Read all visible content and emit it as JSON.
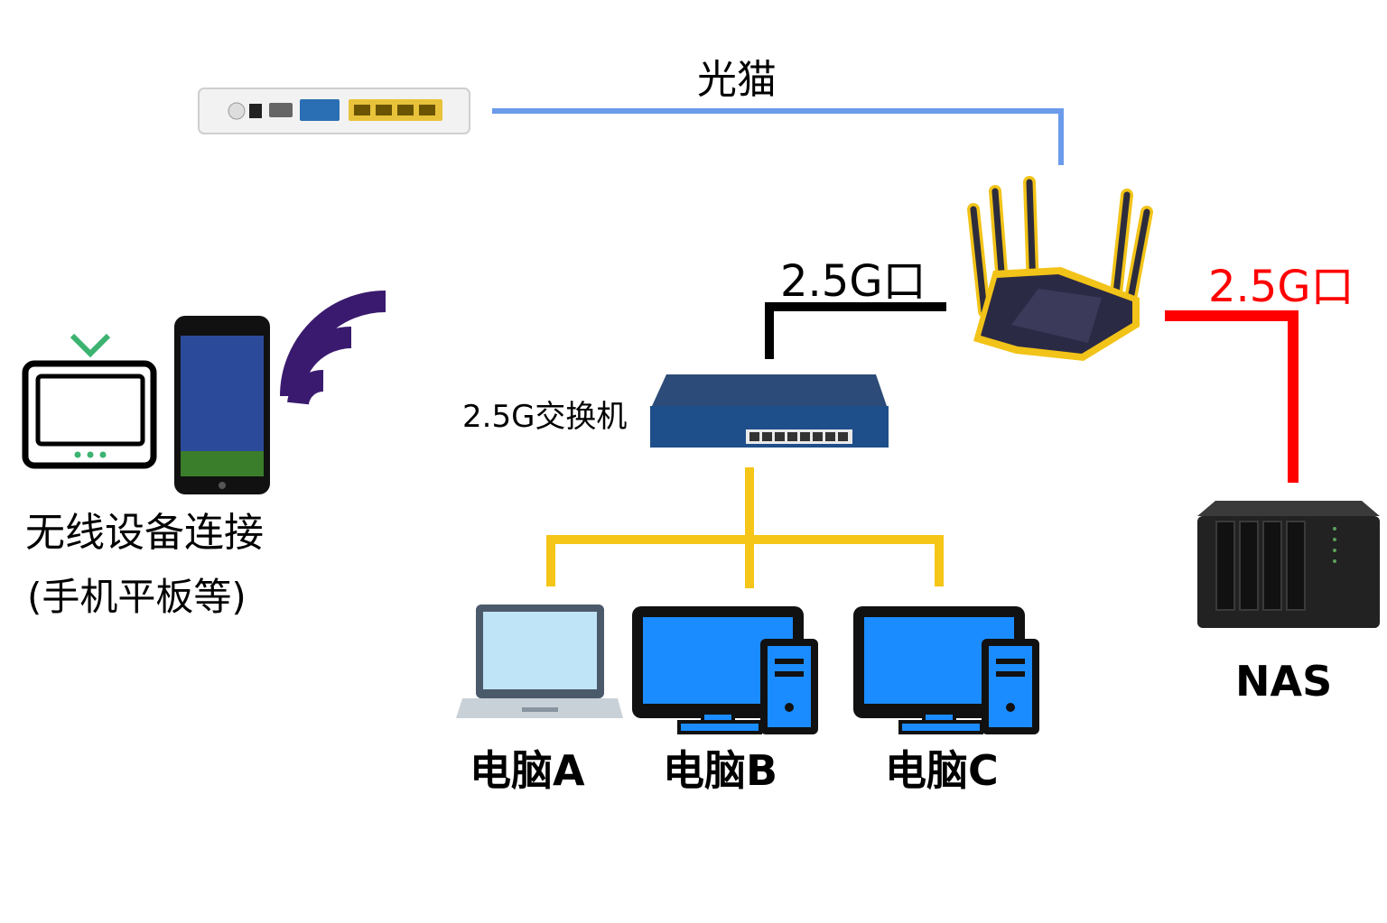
{
  "labels": {
    "modem": "光猫",
    "router_switch_port": "2.5G口",
    "router_nas_port": "2.5G口",
    "switch": "2.5G交换机",
    "wireless_line1": "无线设备连接",
    "wireless_line2": "(手机平板等)",
    "pc_a": "电脑A",
    "pc_b": "电脑B",
    "pc_c": "电脑C",
    "nas": "NAS"
  },
  "colors": {
    "modem_link": "#6b9bea",
    "switch_link": "#000000",
    "nas_link": "#ff0000",
    "pc_links": "#f5c518",
    "wifi_waves": "#3a1a6e",
    "nas_label_color": "#ff0000",
    "monitor_blue": "#1a8cff"
  },
  "icons": [
    "modem-icon",
    "router-icon",
    "switch-icon",
    "nas-icon",
    "tv-icon",
    "phone-icon",
    "wifi-icon",
    "laptop-icon",
    "desktop-icon"
  ]
}
